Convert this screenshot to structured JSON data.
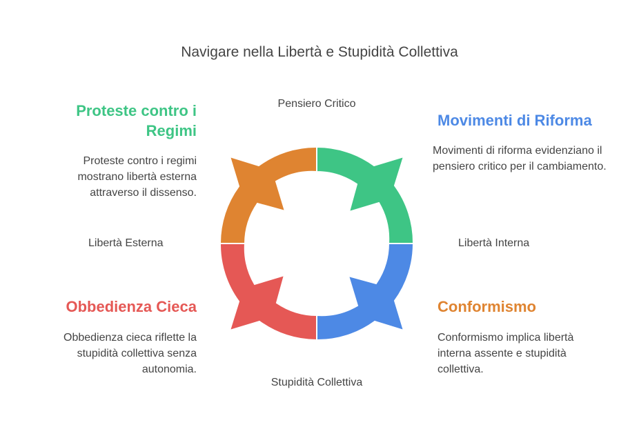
{
  "title": "Navigare nella Libertà e Stupidità Collettiva",
  "axes": {
    "top": "Pensiero Critico",
    "bottom": "Stupidità Collettiva",
    "left": "Libertà Esterna",
    "right": "Libertà Interna"
  },
  "quadrants": [
    {
      "heading": "Proteste contro i Regimi",
      "description": "Proteste contro i regimi mostrano libertà esterna attraverso il dissenso.",
      "color": "#DF8431"
    },
    {
      "heading": "Movimenti di Riforma",
      "description": "Movimenti di riforma evidenziano il pensiero critico per il cambiamento.",
      "color": "#3EC585"
    },
    {
      "heading": "Conformismo",
      "description": "Conformismo implica libertà interna assente e stupidità collettiva.",
      "color": "#4D89E5"
    },
    {
      "heading": "Obbedienza Cieca",
      "description": "Obbedienza cieca riflette la stupidità collettiva senza autonomia.",
      "color": "#E55855"
    }
  ],
  "heading_colors": {
    "tl": "#3EC585",
    "tr": "#4D89E5",
    "br": "#DF8431",
    "bl": "#E55855"
  }
}
